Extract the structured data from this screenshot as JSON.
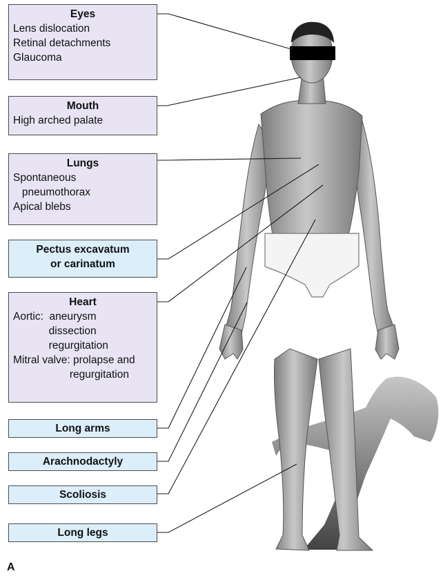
{
  "callouts": {
    "eyes": {
      "title": "Eyes",
      "lines": [
        "Lens dislocation",
        "Retinal detachments",
        "Glaucoma"
      ]
    },
    "mouth": {
      "title": "Mouth",
      "lines": [
        "High arched palate"
      ]
    },
    "lungs": {
      "title": "Lungs",
      "lines": [
        "Spontaneous",
        "   pneumothorax",
        "Apical blebs"
      ]
    },
    "pectus": {
      "lines": [
        "Pectus excavatum",
        "or carinatum"
      ]
    },
    "heart": {
      "title": "Heart",
      "lines": [
        "Aortic:  aneurysm",
        "            dissection",
        "            regurgitation",
        "Mitral valve: prolapse and",
        "                   regurgitation"
      ]
    },
    "long_arms": {
      "label": "Long arms"
    },
    "arachnodactyly": {
      "label": "Arachnodactyly"
    },
    "scoliosis": {
      "label": "Scoliosis"
    },
    "long_legs": {
      "label": "Long legs"
    }
  },
  "panel_letter": "A",
  "colors": {
    "lavender_box": "#e8e4f3",
    "blue_box": "#dceefa",
    "line": "#1a1a1a"
  }
}
